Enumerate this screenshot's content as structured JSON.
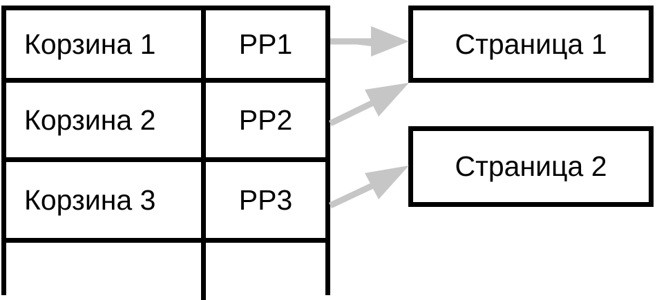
{
  "diagram": {
    "title": "Korzina to PP to Stranica mapping",
    "colors": {
      "stroke": "#000000",
      "background": "#ffffff",
      "arrow": "#c6c6c6"
    },
    "table": {
      "columns": [
        "basket",
        "pp"
      ],
      "rows": [
        {
          "basket": "Корзина 1",
          "pp": "PP1"
        },
        {
          "basket": "Корзина 2",
          "pp": "PP2"
        },
        {
          "basket": "Корзина 3",
          "pp": "PP3"
        },
        {
          "basket": "",
          "pp": ""
        }
      ]
    },
    "pages": [
      {
        "label": "Страница 1"
      },
      {
        "label": "Страница 2"
      }
    ],
    "connections": [
      {
        "from": "PP1",
        "to": "Страница 1",
        "style": "arrow"
      },
      {
        "from": "PP2",
        "to": "Страница 1",
        "style": "arrow"
      },
      {
        "from": "PP3",
        "to": "Страница 2",
        "style": "arrow"
      }
    ]
  }
}
